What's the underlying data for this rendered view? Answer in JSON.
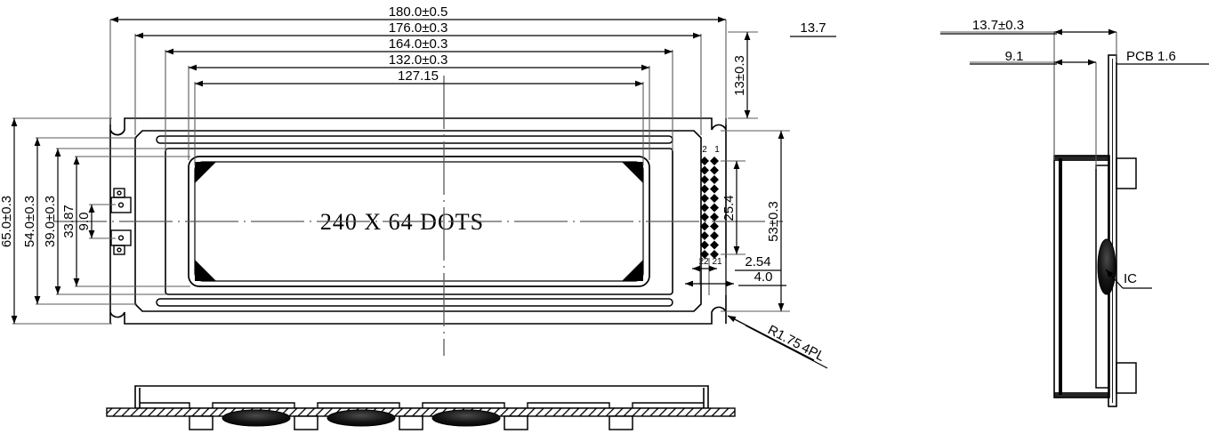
{
  "drawing": {
    "title": "LCD Module Mechanical Outline Drawing",
    "views": {
      "front": "front-view",
      "side": "side-view",
      "section": "bottom-section-view"
    }
  },
  "viewing_area": {
    "label": "240 X 64 DOTS"
  },
  "front_horizontal_dims": [
    {
      "id": "h1",
      "value": "180.0±0.5"
    },
    {
      "id": "h2",
      "value": "176.0±0.3"
    },
    {
      "id": "h3",
      "value": "164.0±0.3"
    },
    {
      "id": "h4",
      "value": "132.0±0.3"
    },
    {
      "id": "h5",
      "value": "127.15"
    }
  ],
  "front_vertical_dims": [
    {
      "id": "v1",
      "value": "65.0±0.3"
    },
    {
      "id": "v2",
      "value": "54.0±0.3"
    },
    {
      "id": "v3",
      "value": "39.0±0.3"
    },
    {
      "id": "v4",
      "value": "33.87"
    },
    {
      "id": "v5",
      "value": "9.0"
    }
  ],
  "right_dims": [
    {
      "id": "r1",
      "value": "13±0.3"
    },
    {
      "id": "r2",
      "value": "13.7"
    },
    {
      "id": "r3",
      "value": "53±0.3"
    },
    {
      "id": "r4",
      "value": "25.4"
    }
  ],
  "pin_dims": [
    {
      "id": "p1",
      "value": "2.54"
    },
    {
      "id": "p2",
      "value": "4.0"
    }
  ],
  "pin_labels": {
    "top_left": "2",
    "top_right": "1",
    "bottom_left": "22",
    "bottom_right": "21",
    "rows": 11,
    "columns": 2,
    "total": 22
  },
  "corner_note": {
    "radius": "R1.75",
    "places": "4PL"
  },
  "side_view_dims": [
    {
      "id": "s1",
      "value": "13.7±0.3"
    },
    {
      "id": "s2",
      "value": "9.1"
    }
  ],
  "side_view_labels": [
    {
      "id": "pcb",
      "value": "PCB  1.6"
    },
    {
      "id": "ic",
      "value": "IC"
    }
  ],
  "colors": {
    "line": "#000000",
    "dim_line": "#595959",
    "pin_fill": "#000000",
    "pin_label": "#b35c00",
    "hatch": "#000000"
  }
}
